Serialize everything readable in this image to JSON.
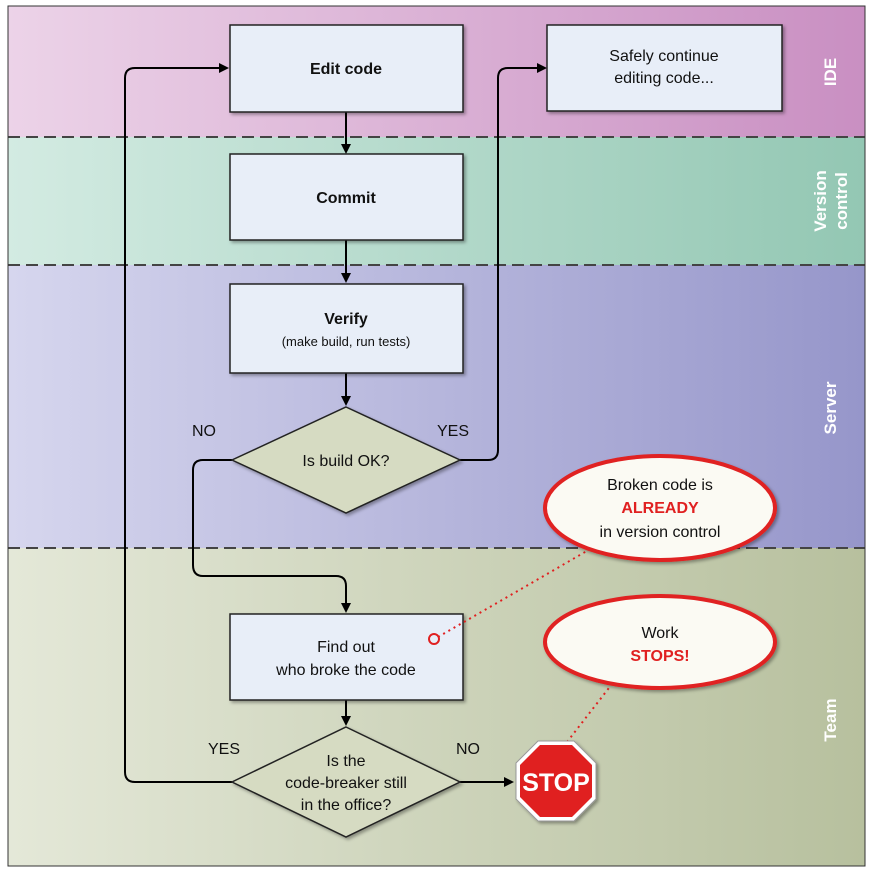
{
  "lanes": {
    "ide": "IDE",
    "version_control": [
      "Version",
      "control"
    ],
    "server": "Server",
    "team": "Team"
  },
  "nodes": {
    "edit_code": "Edit code",
    "safely_continue": [
      "Safely continue",
      "editing code..."
    ],
    "commit": "Commit",
    "verify_title": "Verify",
    "verify_sub": "(make build, run tests)",
    "build_ok": "Is build OK?",
    "find_out": [
      "Find out",
      "who broke the code"
    ],
    "code_breaker": [
      "Is the",
      "code-breaker still",
      "in the office?"
    ],
    "stop": "STOP"
  },
  "edges": {
    "no_build": "NO",
    "yes_build": "YES",
    "yes_breaker": "YES",
    "no_breaker": "NO"
  },
  "callouts": {
    "broken": {
      "line1": "Broken code is",
      "line2": "ALREADY",
      "line3": "in version control"
    },
    "work": {
      "line1": "Work",
      "line2": "STOPS!"
    }
  },
  "colors": {
    "lane_ide": "#dcb2d6",
    "lane_version": "#b6d9cb",
    "lane_server": "#b2b2da",
    "lane_team": "#cfd5bd",
    "box_fill": "#e8eef8",
    "diamond_fill": "#d8dcc4",
    "callout_border": "#e02020",
    "stop": "#e02020"
  }
}
